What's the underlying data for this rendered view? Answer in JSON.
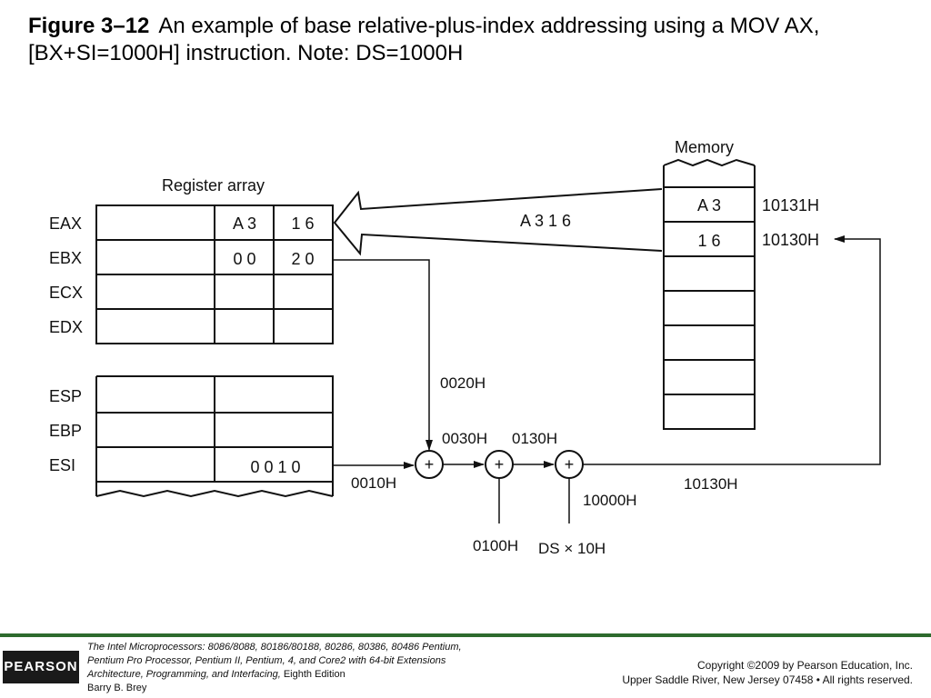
{
  "title": {
    "figure_number": "Figure 3–12",
    "caption": "An example of base relative-plus-index addressing using a MOV AX,[BX+SI=1000H] instruction. Note: DS=1000H"
  },
  "diagram": {
    "register_array_label": "Register array",
    "memory_label": "Memory",
    "registers_top": [
      {
        "name": "EAX",
        "high": "A 3",
        "low": "1 6"
      },
      {
        "name": "EBX",
        "high": "0 0",
        "low": "2 0"
      },
      {
        "name": "ECX",
        "high": "",
        "low": ""
      },
      {
        "name": "EDX",
        "high": "",
        "low": ""
      }
    ],
    "registers_bottom": [
      {
        "name": "ESP",
        "value": ""
      },
      {
        "name": "EBP",
        "value": ""
      },
      {
        "name": "ESI",
        "value": "0 0 1 0"
      }
    ],
    "memory_cells": [
      {
        "value": "A 3",
        "address": "10131H"
      },
      {
        "value": "1 6",
        "address": "10130H"
      }
    ],
    "transfer_label": "A 3 1 6",
    "adder_symbol": "+",
    "labels": {
      "bx_value": "0020H",
      "si_value": "0010H",
      "sum1": "0030H",
      "sum2": "0130H",
      "displacement": "0100H",
      "ds_shifted": "10000H",
      "ds_expr": "DS × 10H",
      "effective": "10130H"
    }
  },
  "footer": {
    "logo": "PEARSON",
    "book_title": "The Intel Microprocessors:",
    "book_line1": "8086/8088, 80186/80188, 80286, 80386, 80486 Pentium,",
    "book_line2": "Pentium Pro Processor, Pentium II, Pentium, 4, and Core2 with 64-bit Extensions",
    "book_line3a": "Architecture, Programming, and Interfacing,",
    "book_line3b": "Eighth Edition",
    "author": "Barry B. Brey",
    "copyright": "Copyright ©2009 by Pearson Education, Inc.",
    "address": "Upper Saddle River, New Jersey 07458 • All rights reserved."
  }
}
